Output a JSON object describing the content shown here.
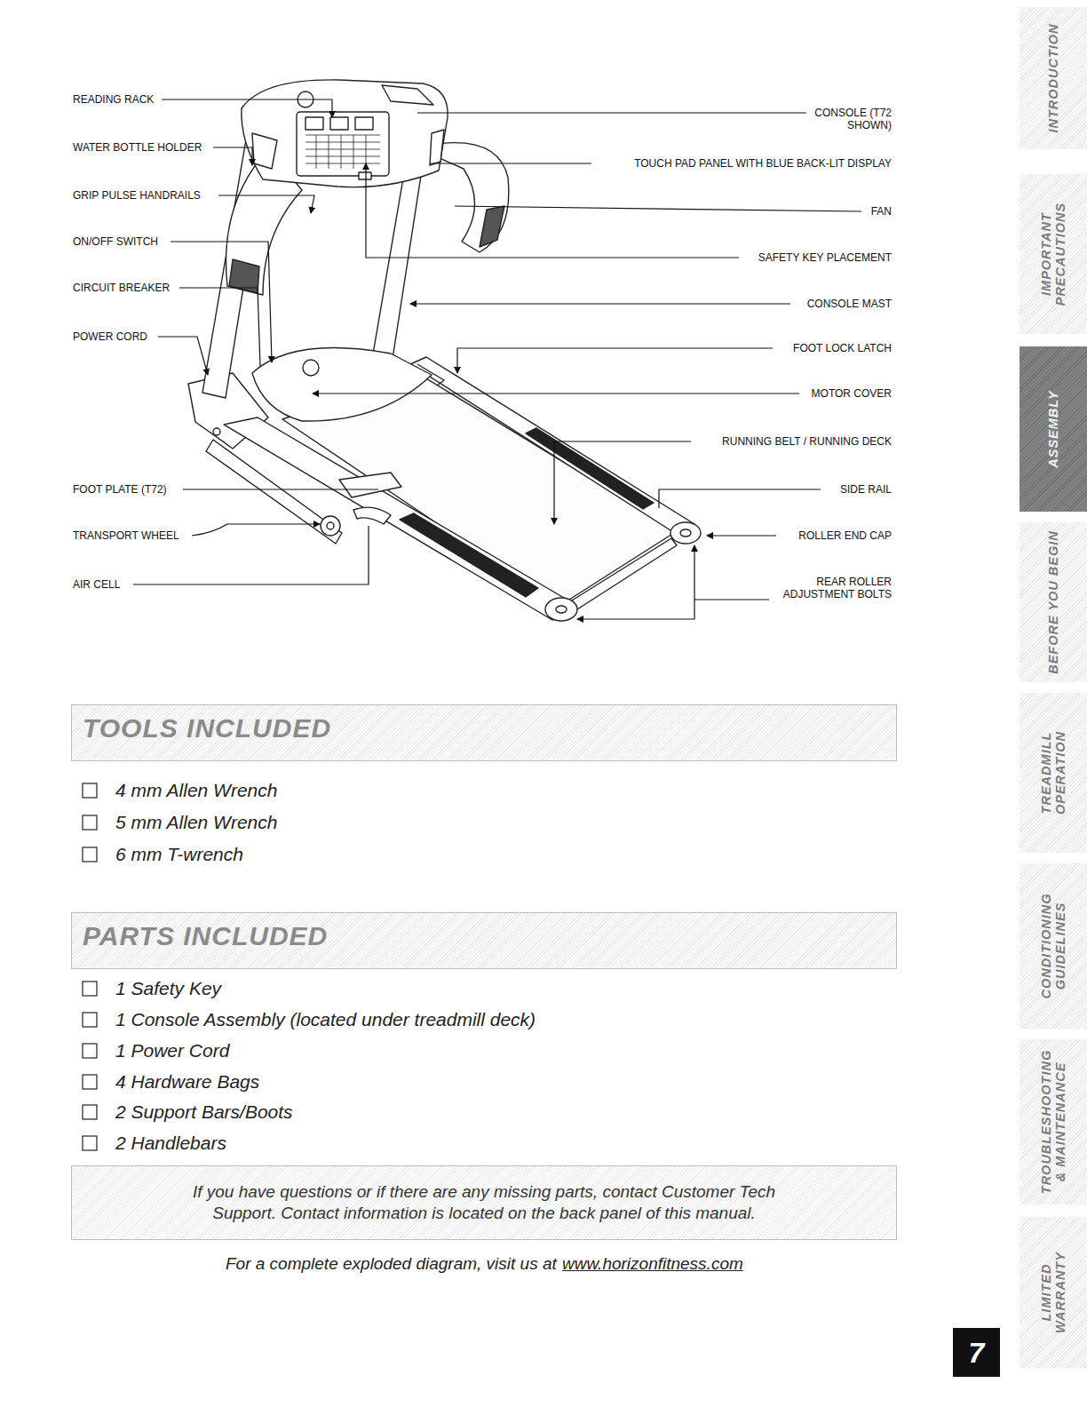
{
  "diagram": {
    "nodes": [
      {
        "text": [
          "TOOLS INCLUDED"
        ]
      },
      {
        "text": [
          "PARTS INCLUDED"
        ]
      },
      {
        "text": [
          "If you have questions or if there are any missing parts, contact Customer Tech Support. Contact information is located on the back panel of this manual."
        ]
      },
      {
        "text": [
          "INTRODUCTION"
        ]
      },
      {
        "text": [
          "IMPORTANT PRECAUTIONS"
        ]
      },
      {
        "text": [
          "ASSEMBLY"
        ]
      },
      {
        "text": [
          "BEFORE YOU BEGIN"
        ]
      },
      {
        "text": [
          "TREADMILL OPERATION"
        ]
      },
      {
        "text": [
          "CONDITIONING GUIDELINES"
        ]
      },
      {
        "text": [
          "TROUBLESHOOTING & MAINTENANCE"
        ]
      },
      {
        "text": [
          "LIMITED WARRANTY"
        ]
      },
      {
        "text": [
          "7"
        ]
      }
    ],
    "labels": [
      "READING RACK",
      "WATER BOTTLE HOLDER",
      "GRIP PULSE HANDRAILS",
      "ON/OFF SWITCH",
      "CIRCUIT BREAKER",
      "POWER CORD",
      "FOOT PLATE (T72)",
      "TRANSPORT WHEEL",
      "AIR CELL",
      "CONSOLE (T72 SHOWN)",
      "TOUCH PAD PANEL WITH BLUE BACK-LIT DISPLAY",
      "FAN",
      "SAFETY KEY PLACEMENT",
      "CONSOLE MAST",
      "FOOT LOCK LATCH",
      "MOTOR COVER",
      "RUNNING BELT / RUNNING DECK",
      "SIDE RAIL",
      "ROLLER END CAP",
      "REAR ROLLER ADJUSTMENT BOLTS",
      "4 mm Allen Wrench",
      "5 mm Allen Wrench",
      "6 mm T-wrench",
      "1 Safety Key",
      "1 Console Assembly (located under treadmill deck)",
      "1 Power Cord",
      "4 Hardware Bags",
      "2 Support Bars/Boots",
      "2 Handlebars",
      "For a complete exploded diagram, visit us at",
      "www.horizonfitness.com"
    ]
  }
}
